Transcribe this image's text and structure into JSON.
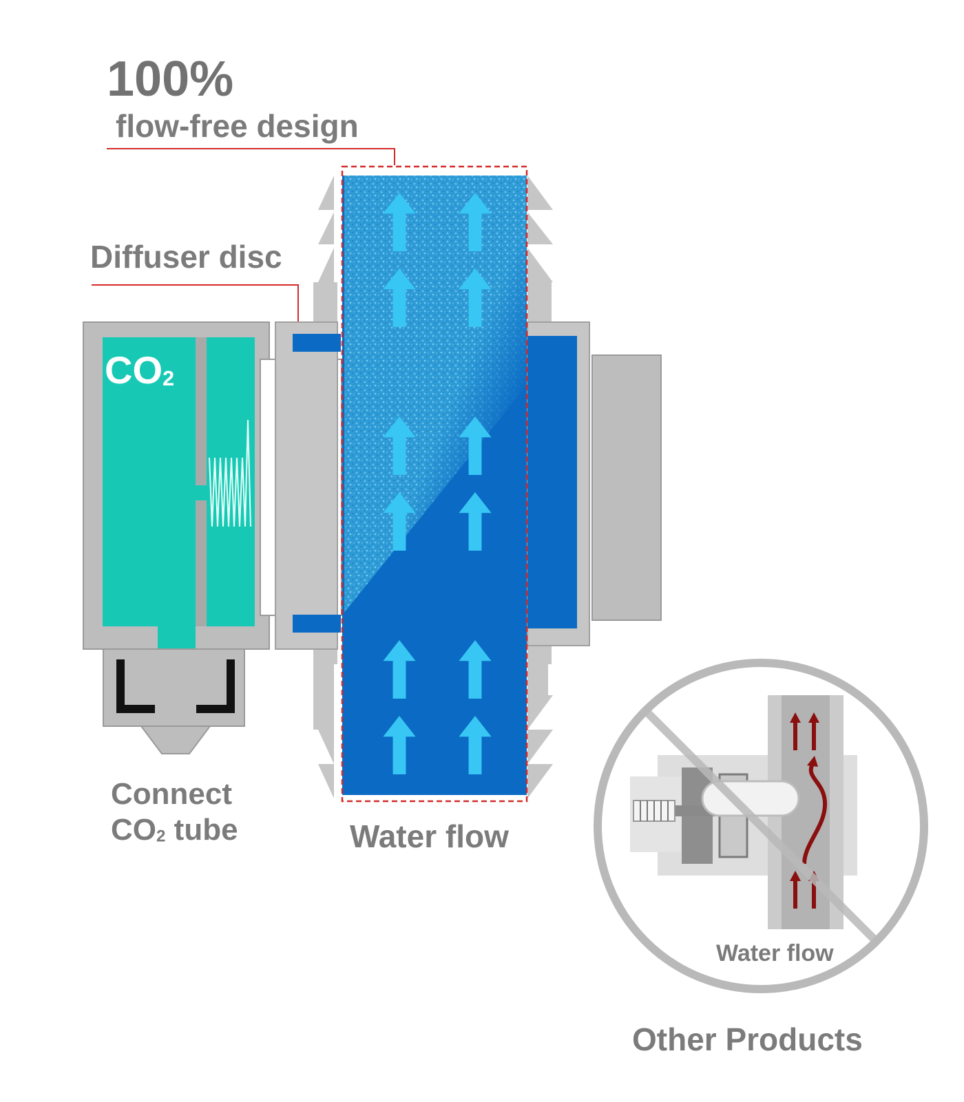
{
  "headline": {
    "percent": "100%",
    "subtitle": "flow-free design"
  },
  "labels": {
    "diffuser_disc": "Diffuser disc",
    "co2": "CO",
    "co2_sub": "2",
    "connect_line1": "Connect",
    "connect_line2_prefix": "CO",
    "connect_line2_sub": "2",
    "connect_line2_suffix": " tube",
    "water_flow": "Water flow",
    "inset_water_flow": "Water flow",
    "other_products": "Other Products"
  },
  "colors": {
    "accent_red": "#d42a2a",
    "water_blue": "#0a6ac4",
    "co2_teal": "#17c9b5",
    "housing_gray": "#bdbdbd",
    "arrow_cyan": "#38c6f4",
    "inset_arrow": "#8a0f0f"
  },
  "icons": {
    "flow_arrow": "arrow-up-icon",
    "prohibited": "prohibited-icon"
  }
}
